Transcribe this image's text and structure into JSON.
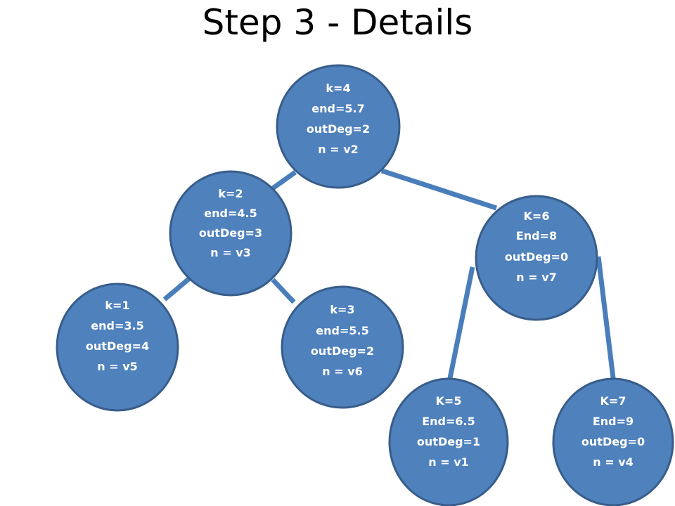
{
  "title": "Step 3 - Details",
  "colors": {
    "node_fill": "#4f81bd",
    "node_border": "#385d8a",
    "edge": "#4a7ebb",
    "node_text": "#ffffff"
  },
  "nodes": [
    {
      "id": "v2",
      "lines": [
        "k=4",
        "end=5.7",
        "outDeg=2",
        "n = v2"
      ]
    },
    {
      "id": "v3",
      "lines": [
        "k=2",
        "end=4.5",
        "outDeg=3",
        "n = v3"
      ]
    },
    {
      "id": "v7",
      "lines": [
        "K=6",
        "End=8",
        "outDeg=0",
        "n = v7"
      ]
    },
    {
      "id": "v5",
      "lines": [
        "k=1",
        "end=3.5",
        "outDeg=4",
        "n = v5"
      ]
    },
    {
      "id": "v6",
      "lines": [
        "k=3",
        "end=5.5",
        "outDeg=2",
        "n = v6"
      ]
    },
    {
      "id": "v1",
      "lines": [
        "K=5",
        "End=6.5",
        "outDeg=1",
        "n = v1"
      ]
    },
    {
      "id": "v4",
      "lines": [
        "K=7",
        "End=9",
        "outDeg=0",
        "n = v4"
      ]
    }
  ],
  "edges": [
    {
      "from": "v2",
      "to": "v3"
    },
    {
      "from": "v2",
      "to": "v7"
    },
    {
      "from": "v3",
      "to": "v5"
    },
    {
      "from": "v3",
      "to": "v6"
    },
    {
      "from": "v7",
      "to": "v1"
    },
    {
      "from": "v7",
      "to": "v4"
    }
  ]
}
